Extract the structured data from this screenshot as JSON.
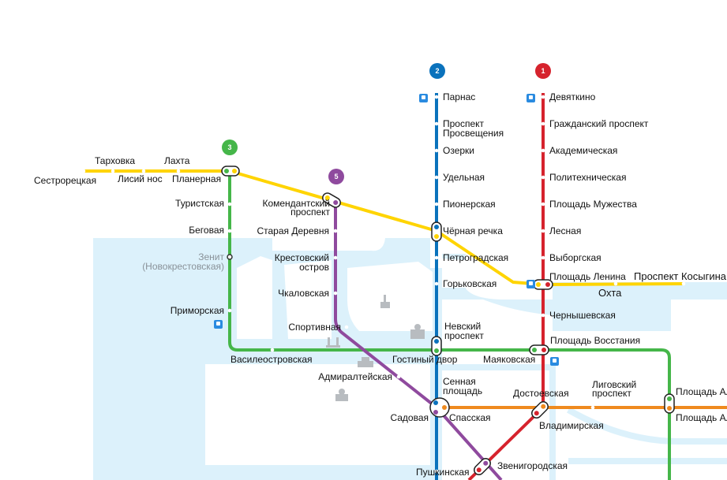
{
  "lines": {
    "l1": {
      "number": "1",
      "color": "#d6232d"
    },
    "l2": {
      "number": "2",
      "color": "#0a72bc"
    },
    "l3": {
      "number": "3",
      "color": "#45b649"
    },
    "l4": {
      "color": "#ffd400"
    },
    "l5": {
      "number": "5",
      "color": "#8f4a9e"
    },
    "l6": {
      "color": "#ef8a1e"
    }
  },
  "colors": {
    "water": "#dcf1fb",
    "marker": "#ffffff",
    "transfer_outline": "#222222"
  },
  "icons": [
    "train-station-icon",
    "landmark-icon"
  ],
  "stations": {
    "devyatkino": "Девяткино",
    "grazhdansky": "Гражданский проспект",
    "akademicheskaya": "Академическая",
    "politekh": "Политехническая",
    "muzhestva": "Площадь Мужества",
    "lesnaya": "Лесная",
    "vyborgskaya": "Выборгская",
    "lenina": "Площадь Ленина",
    "chernyshevskaya": "Чернышевская",
    "vosstaniya": "Площадь Восстания",
    "vladimirskaya": "Владимирская",
    "parnas": "Парнас",
    "prosvesch_1": "Проспект",
    "prosvesch_2": "Просвещения",
    "ozerki": "Озерки",
    "udelnaya": "Удельная",
    "pionerskaya": "Пионерская",
    "chernaya": "Чёрная речка",
    "petrogradskaya": "Петроградская",
    "gorkovskaya": "Горьковская",
    "nevsky_1": "Невский",
    "nevsky_2": "проспект",
    "sennaya_1": "Сенная",
    "sennaya_2": "площадь",
    "pushkinskaya": "Пушкинская",
    "sestroretskaya": "Сестрорецкая",
    "tarkhovka": "Тарховка",
    "lisiy": "Лисий нос",
    "lakhta": "Лахта",
    "planernaya": "Планерная",
    "turistskaya": "Туристская",
    "begovaya": "Беговая",
    "zenit_1": "Зенит",
    "zenit_2": "(Новокрестовская)",
    "primorskaya": "Приморская",
    "vasileostrovskaya": "Василеостровская",
    "gostiny": "Гостиный двор",
    "mayakovskaya": "Маяковская",
    "ploshchad_al_1": "Площадь Ал",
    "ploshchad_al_2": "Площадь Ал",
    "komendantsky_1": "Комендантский",
    "komendantsky_2": "проспект",
    "staraya": "Старая Деревня",
    "krestovsky_1": "Крестовский",
    "krestovsky_2": "остров",
    "chkalovskaya": "Чкаловская",
    "sportivnaya": "Спортивная",
    "admiralteyskaya": "Адмиралтейская",
    "sadovaya": "Садовая",
    "zvenigorodskaya": "Звенигородская",
    "prospekt_kos": "Проспект Косыгина",
    "okhta": "Охта",
    "dostoevskaya": "Достоевская",
    "ligovsky_1": "Лиговский",
    "ligovsky_2": "проспект",
    "spasskaya": "Спасская"
  }
}
